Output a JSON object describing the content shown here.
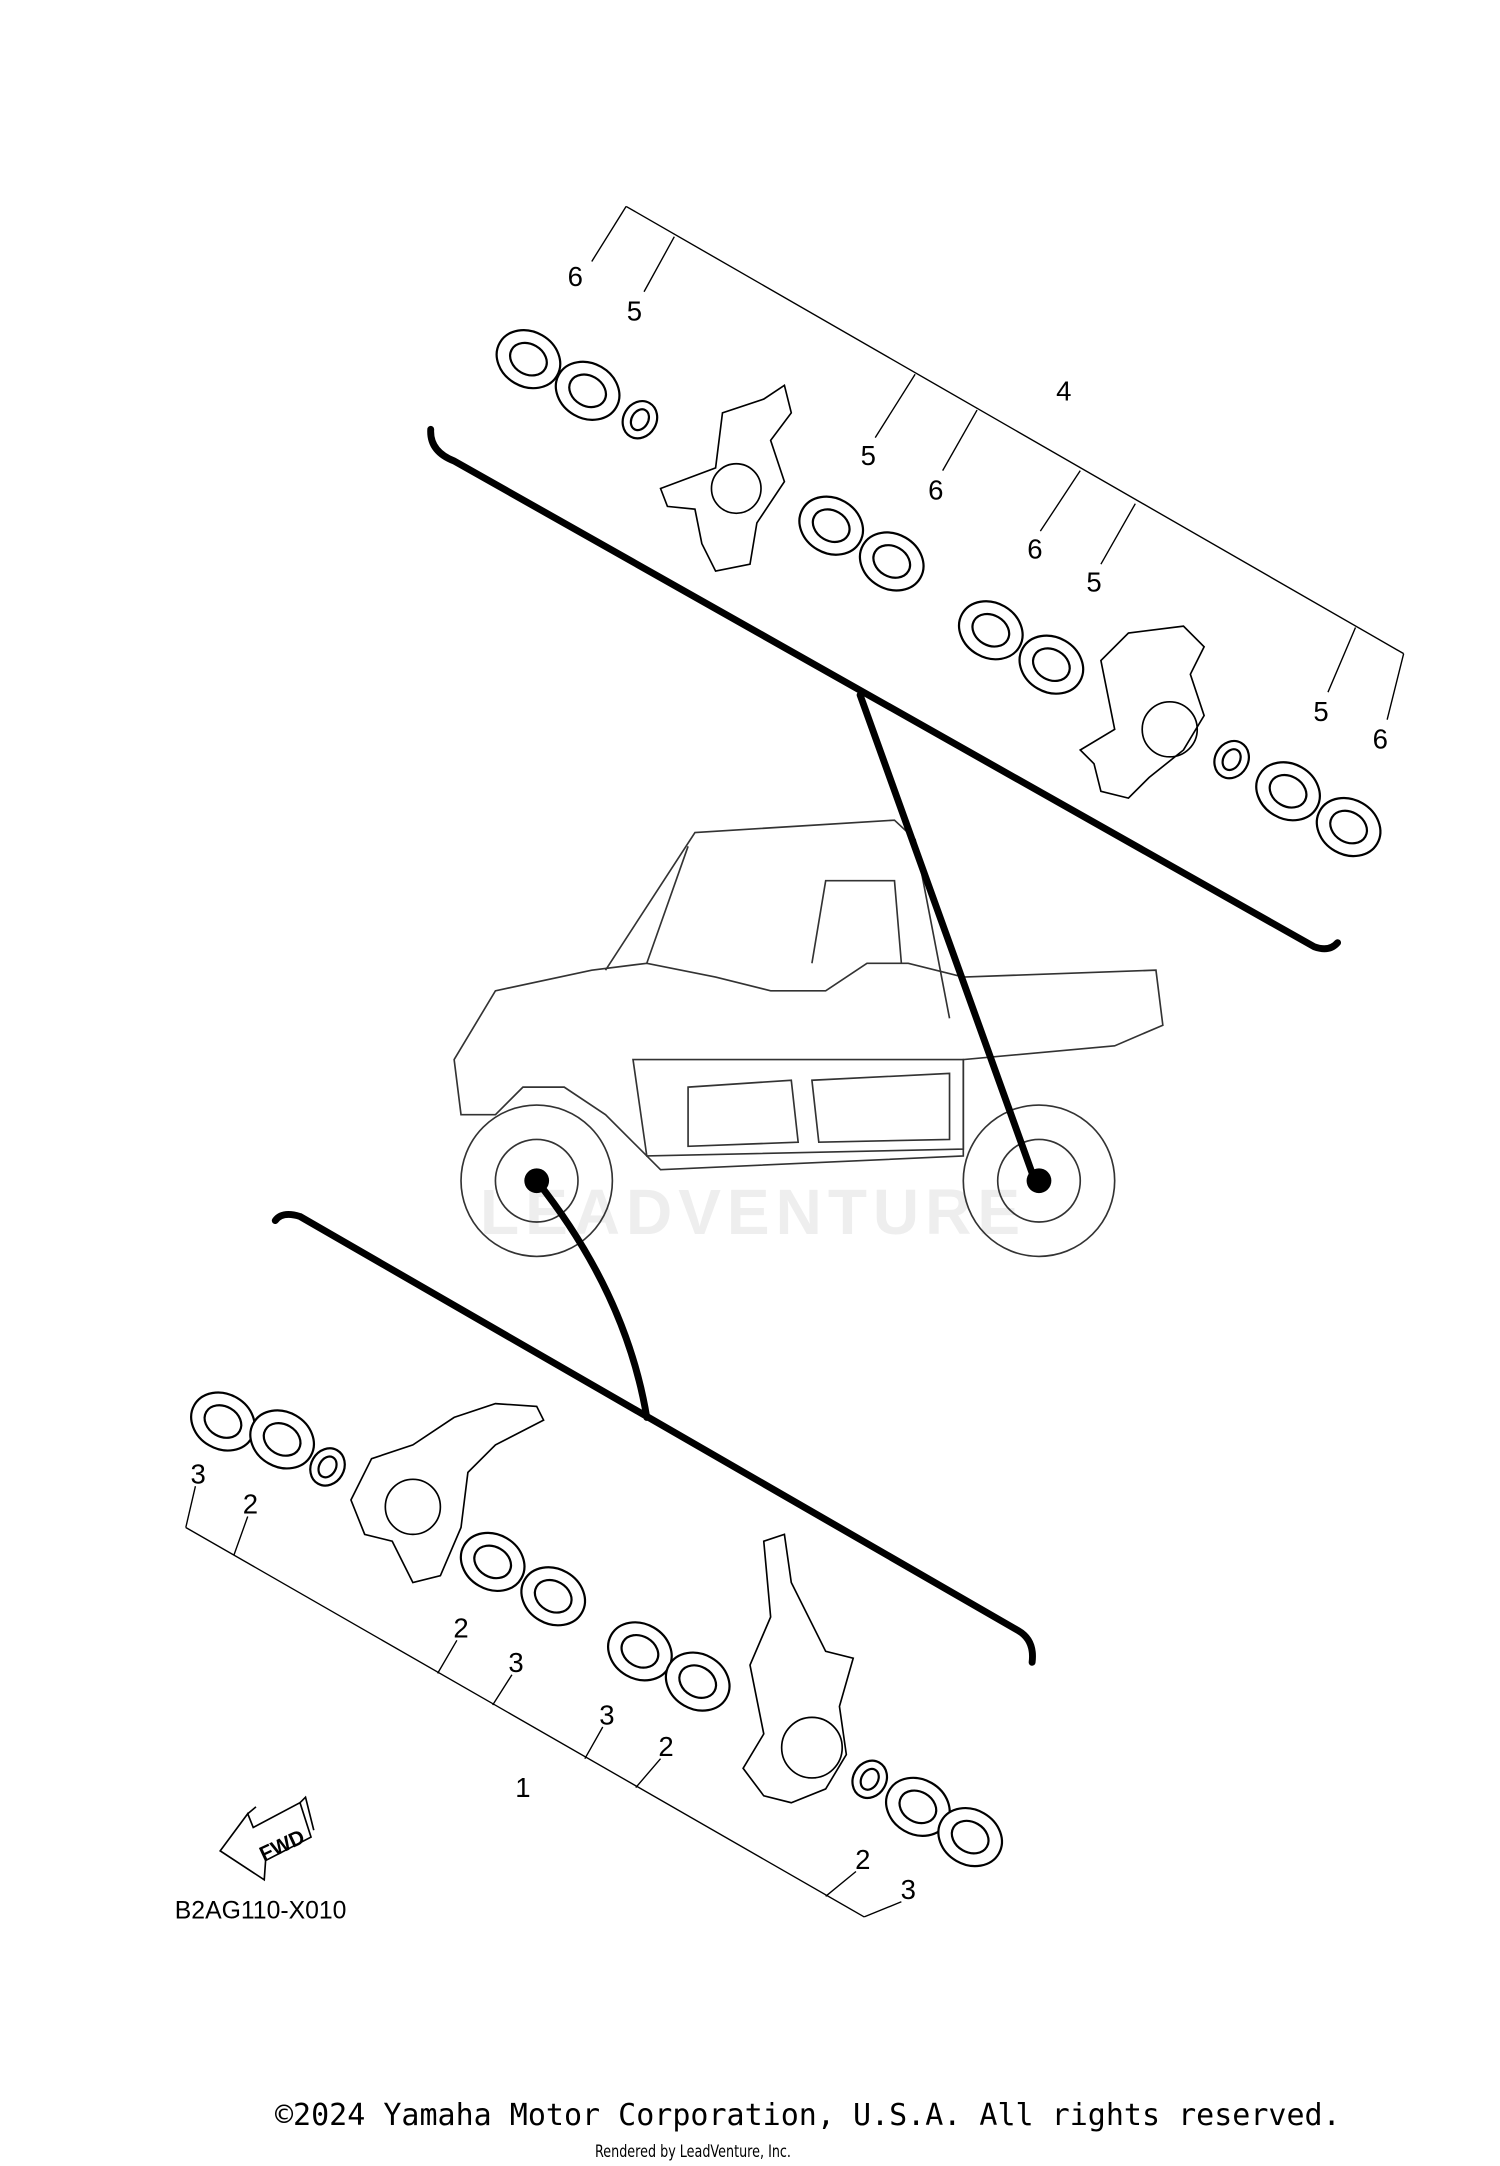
{
  "diagram": {
    "code": "B2AG110-X010",
    "fwd_label": "FWD",
    "top_group": {
      "labels": [
        "6",
        "5",
        "4",
        "5",
        "6",
        "6",
        "5",
        "5",
        "6"
      ]
    },
    "bottom_group": {
      "labels": [
        "3",
        "2",
        "2",
        "3",
        "3",
        "2",
        "1",
        "2",
        "3"
      ]
    }
  },
  "watermark": "LEADVENTURE",
  "footer": {
    "copyright": "©2024 Yamaha Motor Corporation, U.S.A. All rights reserved.",
    "rendered_by": "Rendered by LeadVenture, Inc."
  }
}
